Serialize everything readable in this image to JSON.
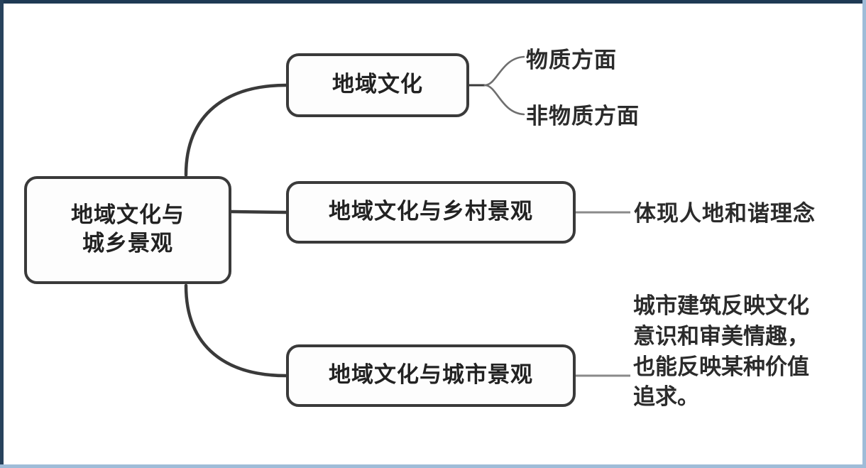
{
  "diagram": {
    "type": "mind-map",
    "orientation": "left-to-right",
    "root": {
      "id": "root",
      "label": "地域文化与\n城乡景观",
      "shape": "rounded-rectangle"
    },
    "branches": [
      {
        "id": "culture",
        "label": "地域文化",
        "shape": "rounded-rectangle",
        "children": [
          {
            "id": "material",
            "label": "物质方面",
            "shape": "text"
          },
          {
            "id": "nonmaterial",
            "label": "非物质方面",
            "shape": "text"
          }
        ]
      },
      {
        "id": "rural",
        "label": "地域文化与乡村景观",
        "shape": "rounded-rectangle",
        "children": [
          {
            "id": "rural-note",
            "label": "体现人地和谐理念",
            "shape": "text"
          }
        ]
      },
      {
        "id": "urban",
        "label": "地域文化与城市景观",
        "shape": "rounded-rectangle",
        "children": [
          {
            "id": "urban-note",
            "label": "城市建筑反映文化意识和审美情趣，也能反映某种价值追求。",
            "shape": "text"
          }
        ]
      }
    ]
  },
  "colors": {
    "node_border": "#3a3a3a",
    "node_fill": "#fdfdfd",
    "text": "#222222",
    "connector_thick": "#3a3a3a",
    "connector_thin": "#8a8a8a",
    "frame_top_left": "#1f3a54",
    "frame_right_bottom": "#9fbcd8",
    "background": "#ffffff"
  }
}
